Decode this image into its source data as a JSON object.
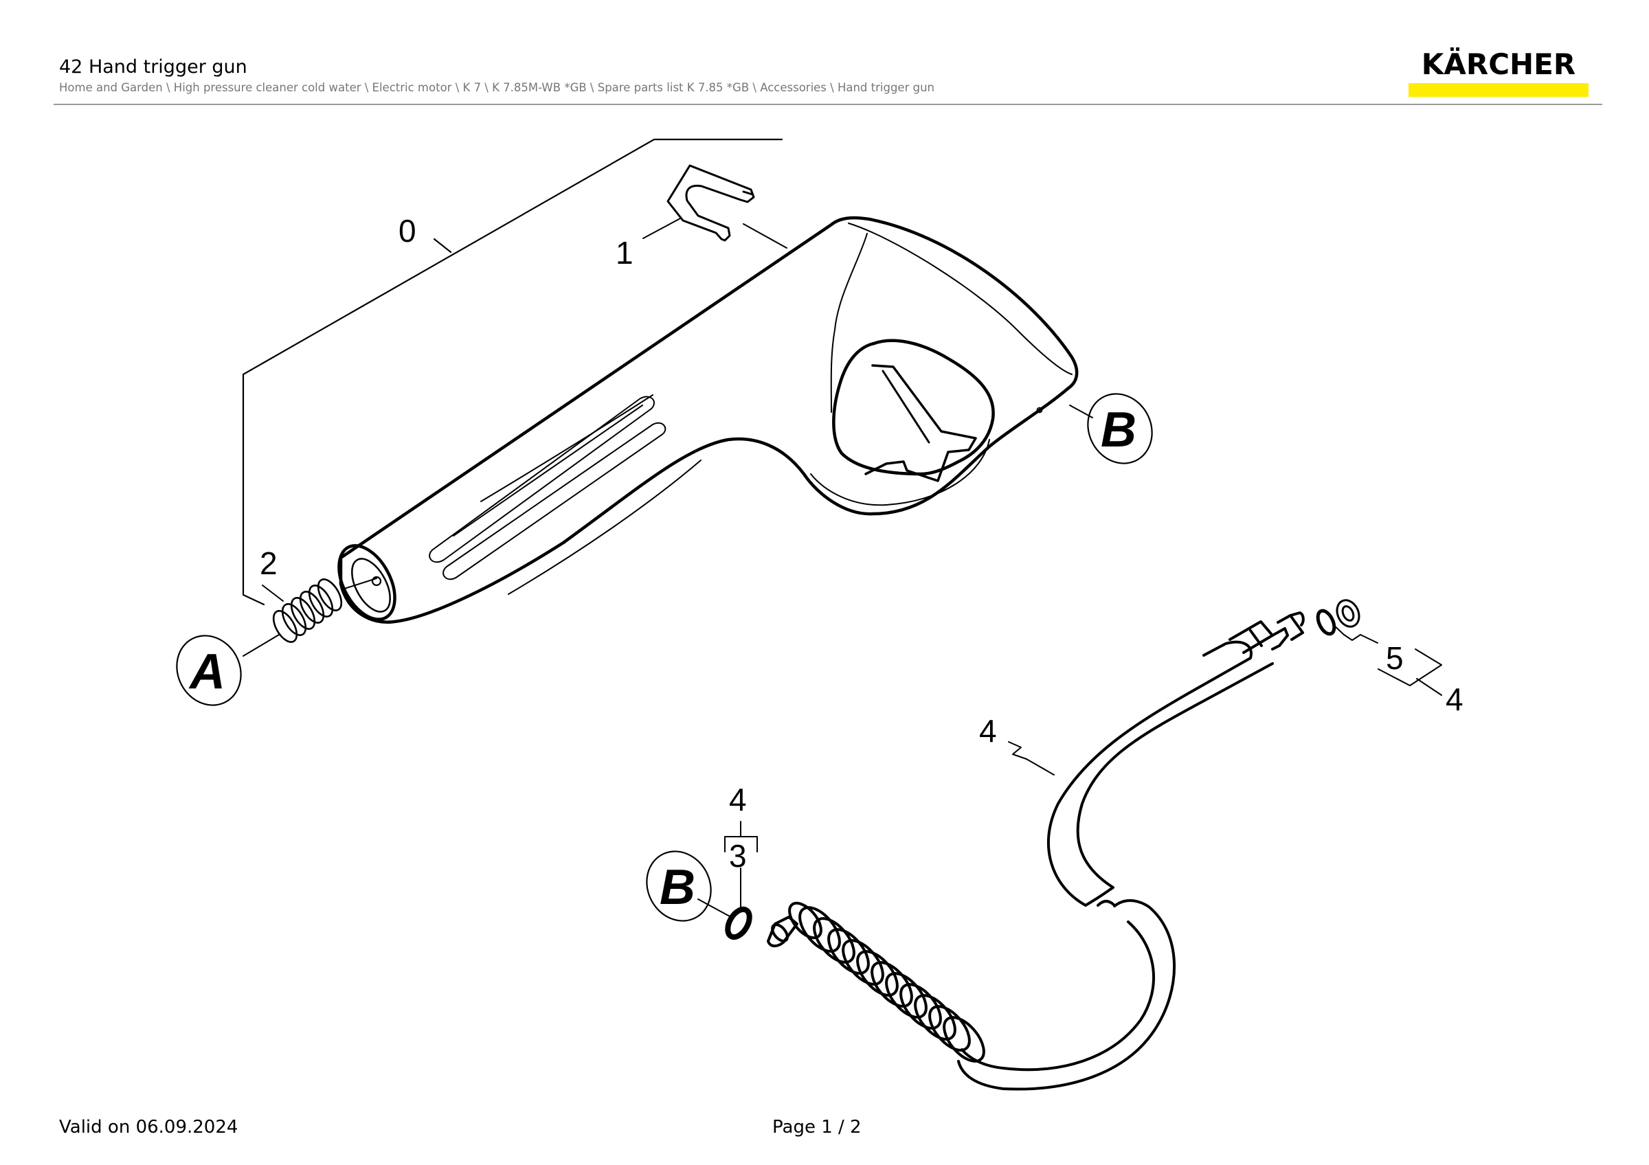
{
  "header": {
    "title": "42 Hand trigger gun",
    "breadcrumb": "Home and Garden \\ High pressure cleaner cold water \\ Electric motor \\ K 7 \\ K 7.85M-WB *GB \\ Spare parts list K 7.85 *GB \\ Accessories \\ Hand trigger gun"
  },
  "logo": {
    "text": "KÄRCHER",
    "bar_color": "#ffed00"
  },
  "diagram": {
    "callouts": [
      {
        "id": "c0",
        "label": "0"
      },
      {
        "id": "c1",
        "label": "1"
      },
      {
        "id": "c2",
        "label": "2"
      },
      {
        "id": "c3",
        "label": "3"
      },
      {
        "id": "c4a",
        "label": "4"
      },
      {
        "id": "c4b",
        "label": "4"
      },
      {
        "id": "c4c",
        "label": "4"
      },
      {
        "id": "c5",
        "label": "5"
      }
    ],
    "reference_markers": [
      {
        "id": "refA",
        "label": "A"
      },
      {
        "id": "refB1",
        "label": "B"
      },
      {
        "id": "refB2",
        "label": "B"
      }
    ]
  },
  "footer": {
    "valid": "Valid on 06.09.2024",
    "page": "Page 1 / 2"
  }
}
